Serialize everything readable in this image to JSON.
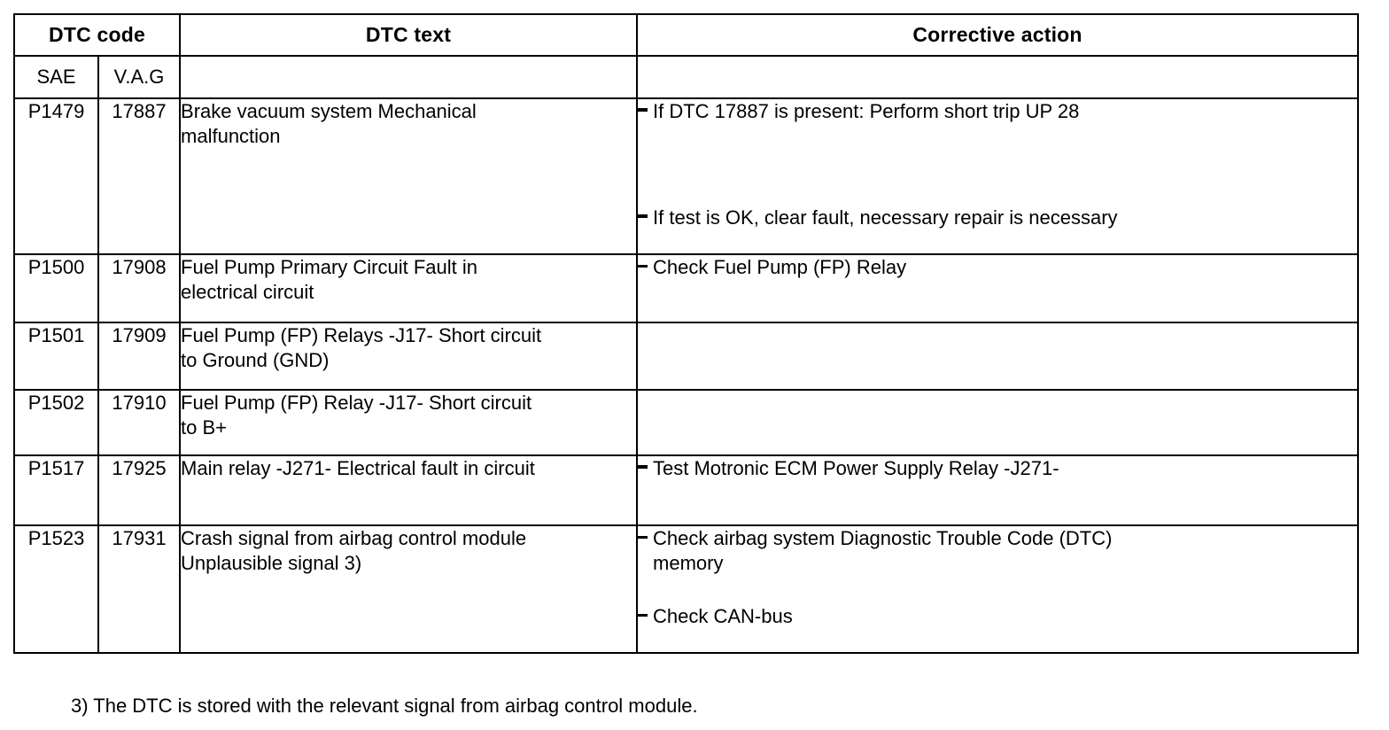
{
  "table": {
    "headers": {
      "dtc_code": "DTC code",
      "dtc_text": "DTC text",
      "corrective_action": "Corrective action",
      "sae": "SAE",
      "vag": "V.A.G"
    },
    "rows": [
      {
        "sae": "P1479",
        "vag": "17887",
        "text_lines": [
          "Brake vacuum system Mechanical",
          "malfunction"
        ],
        "actions": [
          {
            "lines": [
              "If DTC 17887 is present: Perform short trip UP 28"
            ]
          },
          {
            "lines": [
              "If test is OK, clear fault, necessary repair is necessary"
            ]
          }
        ]
      },
      {
        "sae": "P1500",
        "vag": "17908",
        "text_lines": [
          "Fuel Pump Primary Circuit Fault in",
          "electrical circuit"
        ],
        "actions": [
          {
            "lines": [
              "Check Fuel Pump (FP) Relay"
            ]
          }
        ]
      },
      {
        "sae": "P1501",
        "vag": "17909",
        "text_lines": [
          "Fuel Pump (FP) Relays -J17- Short circuit",
          "to Ground (GND)"
        ],
        "actions": []
      },
      {
        "sae": "P1502",
        "vag": "17910",
        "text_lines": [
          "Fuel Pump (FP) Relay -J17- Short circuit",
          "to B+"
        ],
        "actions": []
      },
      {
        "sae": "P1517",
        "vag": "17925",
        "text_lines": [
          "Main relay -J271- Electrical fault in circuit"
        ],
        "actions": [
          {
            "lines": [
              "Test Motronic ECM Power Supply Relay -J271-"
            ]
          }
        ]
      },
      {
        "sae": "P1523",
        "vag": "17931",
        "text_lines": [
          "Crash signal from airbag control module",
          "Unplausible signal 3)"
        ],
        "actions": [
          {
            "lines": [
              "Check airbag system Diagnostic Trouble Code (DTC)",
              "memory"
            ]
          },
          {
            "lines": [
              "Check CAN-bus"
            ]
          }
        ]
      }
    ]
  },
  "footnote": "3) The DTC is stored with the relevant signal from airbag control module."
}
